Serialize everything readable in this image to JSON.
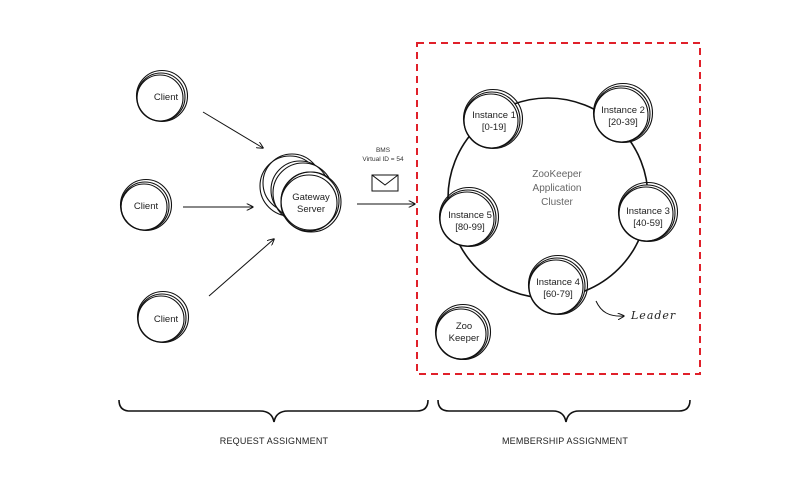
{
  "clients": [
    {
      "label": "Client"
    },
    {
      "label": "Client"
    },
    {
      "label": "Client"
    }
  ],
  "gateway": {
    "line1": "Gateway",
    "line2": "Server"
  },
  "message": {
    "line1": "BMS",
    "line2": "Virtual ID = 54"
  },
  "cluster": {
    "line1": "ZooKeeper",
    "line2": "Application",
    "line3": "Cluster"
  },
  "instances": [
    {
      "name": "Instance 1",
      "range": "[0-19]"
    },
    {
      "name": "Instance 2",
      "range": "[20-39]"
    },
    {
      "name": "Instance 3",
      "range": "[40-59]"
    },
    {
      "name": "Instance 4",
      "range": "[60-79]"
    },
    {
      "name": "Instance 5",
      "range": "[80-99]"
    }
  ],
  "zookeeper": {
    "line1": "Zoo",
    "line2": "Keeper"
  },
  "leader_label": "Leader",
  "sections": {
    "request": "REQUEST ASSIGNMENT",
    "membership": "MEMBERSHIP ASSIGNMENT"
  },
  "colors": {
    "boundary": "#e0202a",
    "stroke": "#111111"
  }
}
